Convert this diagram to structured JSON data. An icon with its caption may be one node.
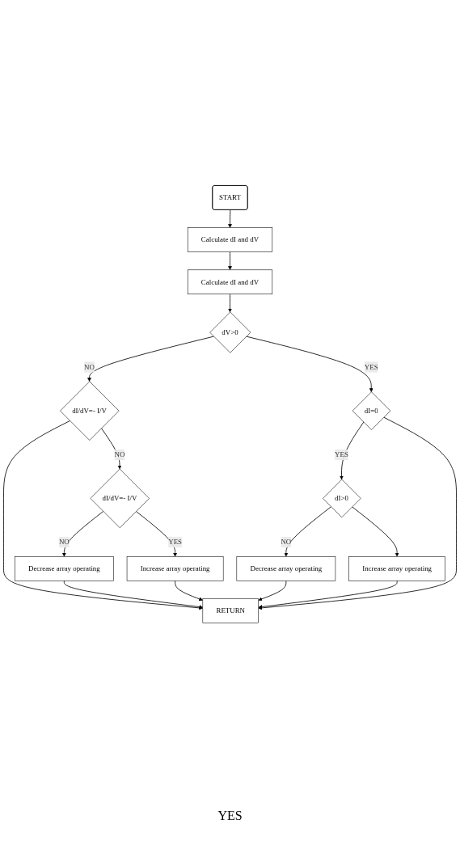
{
  "diagram": {
    "nodes": [
      {
        "text": [
          "START"
        ]
      },
      {
        "text": [
          "Calculate dI and dV"
        ]
      },
      {
        "text": [
          "Calculate dI and dV"
        ]
      },
      {
        "text": [
          "dV>0"
        ]
      },
      {
        "text": [
          "dI/dV=- I/V"
        ]
      },
      {
        "text": [
          "dI=0"
        ]
      },
      {
        "text": [
          "dI/dV=- I/V"
        ]
      },
      {
        "text": [
          "dI>0"
        ]
      },
      {
        "text": [
          "Decrease array operating"
        ]
      },
      {
        "text": [
          "Decrease array operating"
        ]
      },
      {
        "text": [
          "Increase array operating"
        ]
      },
      {
        "text": [
          "Increase array operating"
        ]
      },
      {
        "text": [
          "RETURN"
        ]
      }
    ],
    "edges": [
      {
        "from": 0,
        "to": 1,
        "arrow": "to"
      },
      {
        "from": 1,
        "to": 2,
        "arrow": "to"
      },
      {
        "from": 2,
        "to": 3,
        "arrow": "to"
      },
      {
        "from": 3,
        "to": 4,
        "arrow": "to",
        "label": "NO"
      },
      {
        "from": 3,
        "to": 5,
        "arrow": "to",
        "label": "YES"
      },
      {
        "from": 4,
        "to": 12,
        "arrow": "to"
      },
      {
        "from": 4,
        "to": 6,
        "arrow": "to",
        "label": "NO"
      },
      {
        "from": 5,
        "to": 7,
        "arrow": "to",
        "label": "YES"
      },
      {
        "from": 5,
        "to": 12,
        "arrow": "to"
      },
      {
        "from": 6,
        "to": 8,
        "arrow": "to",
        "label": "NO"
      },
      {
        "from": 6,
        "to": 10,
        "arrow": "to",
        "label": "YES"
      },
      {
        "from": 7,
        "to": 9,
        "arrow": "to",
        "label": "NO"
      },
      {
        "from": 7,
        "to": 11,
        "arrow": "to"
      },
      {
        "from": 8,
        "to": 12,
        "arrow": "to"
      },
      {
        "from": 10,
        "to": 12,
        "arrow": "to"
      },
      {
        "from": 9,
        "to": 12,
        "arrow": "to"
      },
      {
        "from": 11,
        "to": 12,
        "arrow": "to"
      }
    ],
    "labels": [
      "YES"
    ]
  }
}
